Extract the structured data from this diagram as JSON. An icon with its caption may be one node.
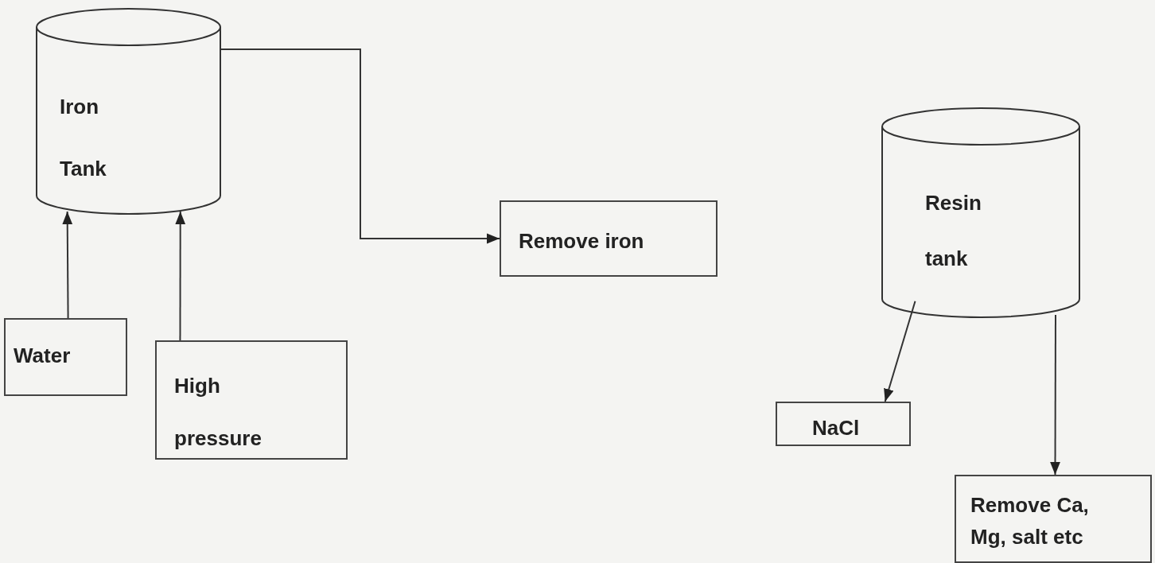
{
  "diagram": {
    "nodes": [
      {
        "text": [
          "Iron Tank"
        ]
      },
      {
        "text": [
          "Water"
        ]
      },
      {
        "text": [
          "High pressure"
        ]
      },
      {
        "text": [
          "Remove iron"
        ]
      },
      {
        "text": [
          "Resin tank"
        ]
      },
      {
        "text": [
          "NaCl"
        ]
      },
      {
        "text": [
          "Remove Ca, Mg, salt etc"
        ]
      }
    ],
    "edges": [
      {
        "from": 1,
        "to": 0,
        "arrow": "to"
      },
      {
        "from": 2,
        "to": 0,
        "arrow": "to"
      },
      {
        "from": 0,
        "to": 3,
        "arrow": "to"
      },
      {
        "from": 4,
        "to": 5,
        "arrow": "to"
      },
      {
        "from": 4,
        "to": 6,
        "arrow": "to"
      }
    ]
  }
}
